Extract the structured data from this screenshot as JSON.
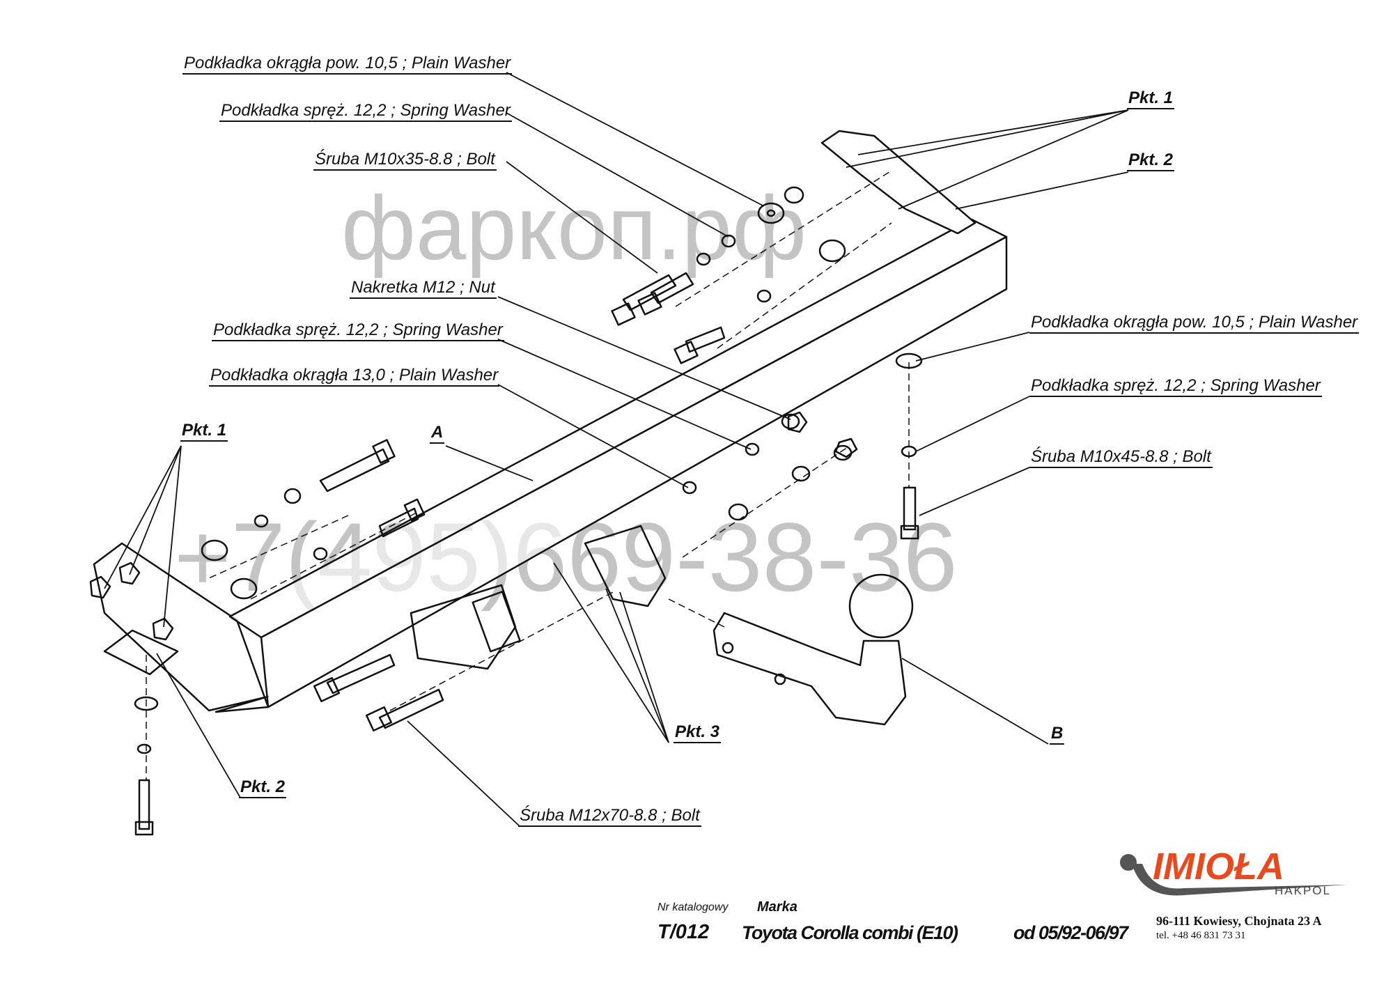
{
  "watermark": {
    "site": "фаркоп.рф",
    "phone": "+7(495)669-38-36"
  },
  "labels": {
    "top_plain_washer": "Podkładka okrągła pow. 10,5 ; Plain Washer",
    "top_spring_washer": "Podkładka spręż. 12,2 ; Spring Washer",
    "top_bolt": "Śruba M10x35-8.8   ;  Bolt",
    "pkt1_top": "Pkt. 1",
    "pkt2_top": "Pkt. 2",
    "nut": "Nakretka  M12 ; Nut",
    "mid_spring_washer": "Podkładka spręż. 12,2 ; Spring Washer",
    "mid_plain_washer": "Podkładka okrągła 13,0 ;  Plain Washer",
    "a": "A",
    "pkt1_left": "Pkt. 1",
    "right_plain_washer": "Podkładka okrągła pow. 10,5 ; Plain Washer",
    "right_spring_washer": "Podkładka spręż. 12,2 ; Spring Washer",
    "right_bolt": "Śruba M10x45-8.8   ;  Bolt",
    "pkt2_left": "Pkt. 2",
    "pkt3": "Pkt. 3",
    "b": "B",
    "bottom_bolt": "Śruba M12x70-8.8   ;  Bolt"
  },
  "title_block": {
    "catalog_label": "Nr katalogowy",
    "brand_label": "Marka",
    "catalog_number": "T/012",
    "vehicle": "Toyota Corolla combi (E10)",
    "years": "od 05/92-06/97"
  },
  "company": {
    "logo_text": "IMIOŁA",
    "logo_sub": "HAKPOL",
    "address": "96-111 Kowiesy, Chojnata 23 A",
    "phone": "tel. +48 46 831 73 31",
    "brand_color": "#e8491d"
  }
}
